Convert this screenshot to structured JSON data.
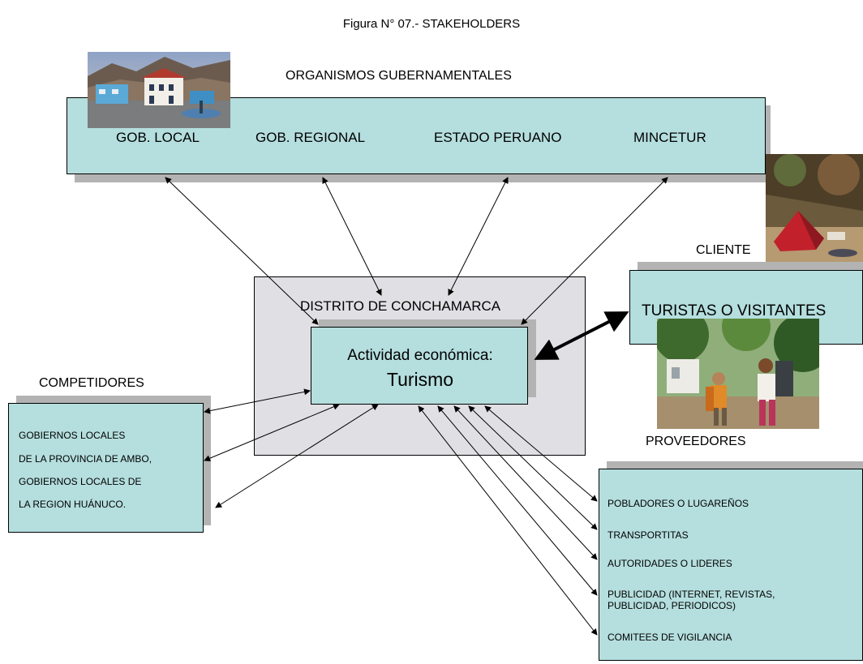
{
  "title": "Figura N°  07.- STAKEHOLDERS",
  "government": {
    "header": "ORGANISMOS GUBERNAMENTALES",
    "items": [
      "GOB. LOCAL",
      "GOB. REGIONAL",
      "ESTADO PERUANO",
      "MINCETUR"
    ]
  },
  "district": {
    "label": "DISTRITO DE CONCHAMARCA",
    "activity_line1": "Actividad económica:",
    "activity_line2": "Turismo"
  },
  "clients": {
    "header": "CLIENTE",
    "box_label": "TURISTAS O VISITANTES"
  },
  "competitors": {
    "header": "COMPETIDORES",
    "lines": [
      "GOBIERNOS LOCALES",
      "DE LA  PROVINCIA DE AMBO,",
      "GOBIERNOS LOCALES DE",
      "LA REGION HUÁNUCO."
    ]
  },
  "suppliers": {
    "header": "PROVEEDORES",
    "items": [
      "POBLADORES O LUGAREÑOS",
      "TRANSPORTITAS",
      "AUTORIDADES O LIDERES",
      "PUBLICIDAD (INTERNET, REVISTAS,",
      "PUBLICIDAD, PERIODICOS)",
      "COMITEES DE VIGILANCIA"
    ]
  },
  "colors": {
    "box_fill": "#b5dede",
    "district_fill": "#e0e0e4",
    "shadow": "#b3b3b3"
  }
}
